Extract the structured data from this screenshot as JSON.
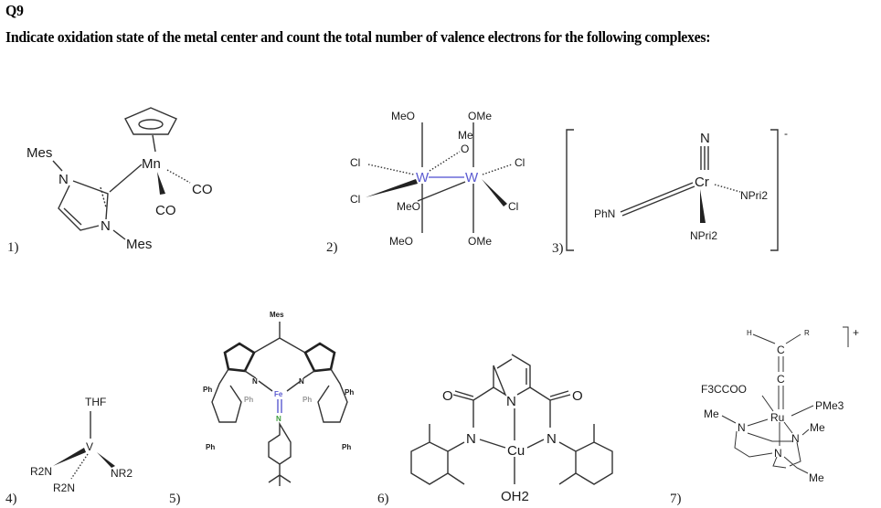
{
  "question": {
    "number": "Q9",
    "instruction": "Indicate oxidation state of the metal center and count the total number of valence electrons for the following complexes:"
  },
  "complexes": [
    {
      "number": "1)",
      "atoms": {
        "mes1": "Mes",
        "n1": "N",
        "metal": "Mn",
        "co1": "CO",
        "co2": "CO",
        "n2": "N",
        "mes2": "Mes"
      }
    },
    {
      "number": "2)",
      "atoms": {
        "meo_tl": "MeO",
        "ome_tr": "OMe",
        "me_bridge": "Me",
        "o_bridge": "O",
        "cl_tl": "Cl",
        "w1": "W",
        "w2": "W",
        "cl_tr": "Cl",
        "cl_bl": "Cl",
        "meo_bridge": "MeO",
        "cl_br": "Cl",
        "meo_bl": "MeO",
        "ome_br": "OMe"
      }
    },
    {
      "number": "3)",
      "charge": "-",
      "atoms": {
        "n_top": "N",
        "metal": "Cr",
        "npr_right": "NPri2",
        "phn": "PhN",
        "npr_bottom": "NPri2"
      }
    },
    {
      "number": "4)",
      "atoms": {
        "thf": "THF",
        "metal": "V",
        "r2n_left": "R2N",
        "nr2_right": "NR2",
        "r2n_bottom": "R2N"
      }
    },
    {
      "number": "5)",
      "atoms": {
        "mes": "Mes",
        "metal": "Fe",
        "n_imido": "N",
        "n_left": "N",
        "n_right": "N",
        "ph": "Ph"
      }
    },
    {
      "number": "6)",
      "atoms": {
        "o_left": "O",
        "n_pyr": "N",
        "o_right": "O",
        "n_left": "N",
        "n_right": "N",
        "metal": "Cu",
        "oh2": "OH2"
      }
    },
    {
      "number": "7)",
      "charge": "+",
      "atoms": {
        "h": "H",
        "r": "R",
        "c1": "C",
        "c2": "C",
        "tfa": "F3CCOO",
        "pme3": "PMe3",
        "me1": "Me",
        "metal": "Ru",
        "n1": "N",
        "n2": "N",
        "me2": "Me",
        "n3": "N",
        "me3": "Me"
      }
    }
  ]
}
